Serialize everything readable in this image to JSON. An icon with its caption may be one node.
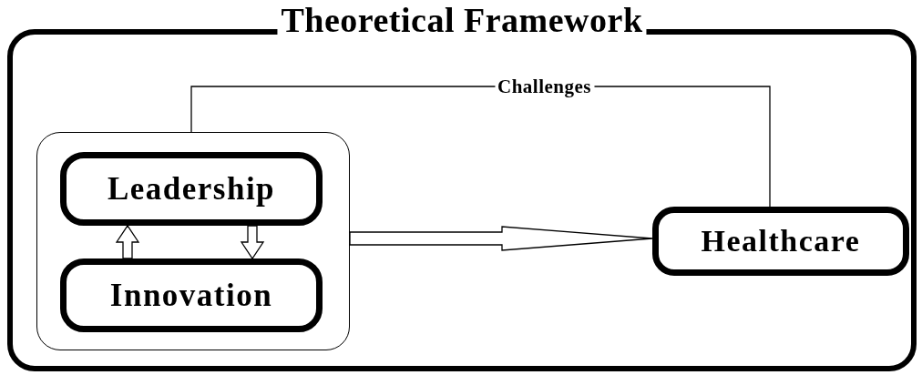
{
  "diagram": {
    "nodes": [
      {
        "text": [
          "Theoretical Framework"
        ]
      },
      {
        "text": [],
        "shape": "box",
        "in": 0
      },
      {
        "text": [
          "Leadership"
        ],
        "in": 1
      },
      {
        "text": [
          "Innovation"
        ],
        "in": 1
      },
      {
        "text": [
          "Healthcare"
        ],
        "in": 0
      }
    ],
    "edges": [
      {
        "from": 3,
        "to": 2,
        "arrow": "to"
      },
      {
        "from": 2,
        "to": 3,
        "arrow": "to"
      },
      {
        "from": 1,
        "to": 4,
        "arrow": "to"
      },
      {
        "from": 1,
        "to": 4,
        "arrow": "none",
        "label": "Challenges"
      }
    ]
  }
}
